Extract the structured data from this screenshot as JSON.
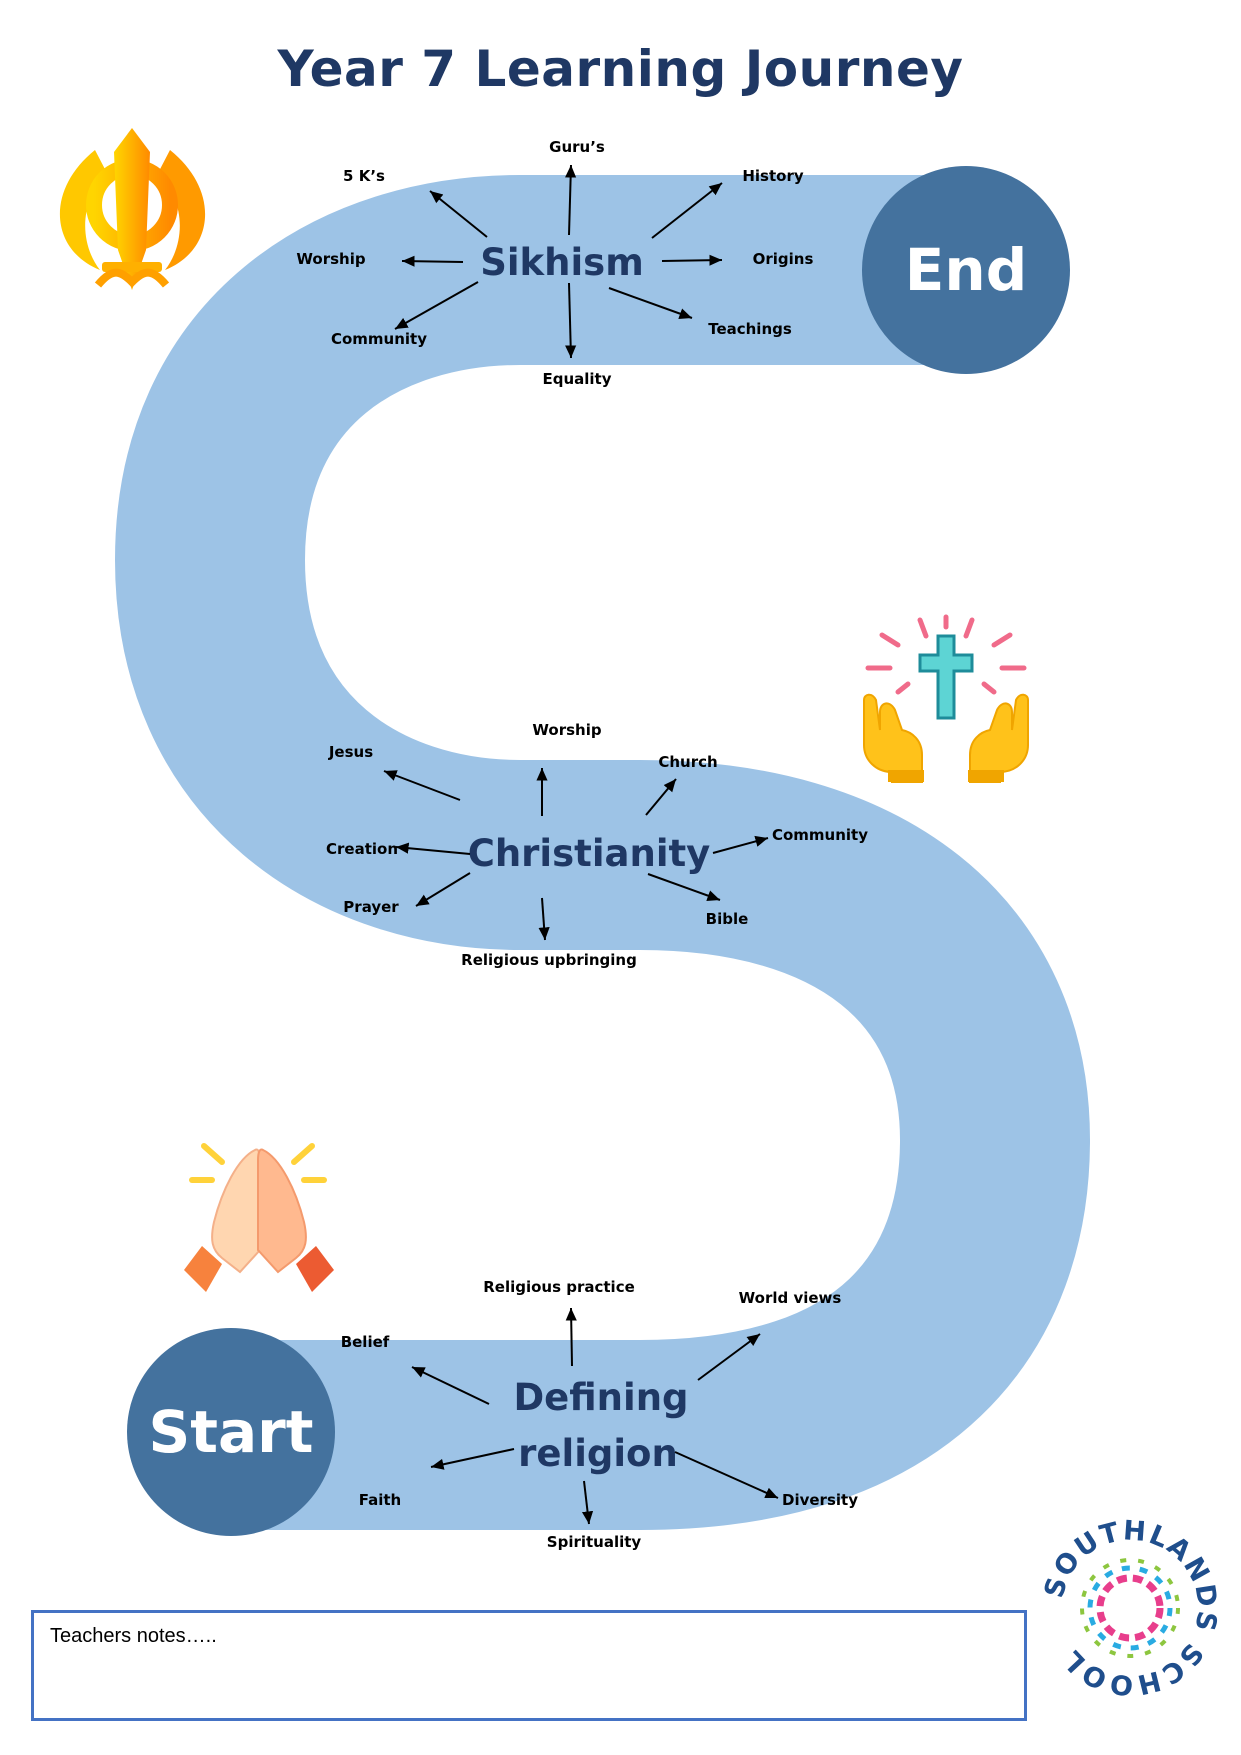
{
  "title": "Year 7 Learning Journey",
  "start_label": "Start",
  "end_label": "End",
  "topics": [
    {
      "name": "Defining religion",
      "name_lines": [
        "Defining",
        "religion"
      ],
      "subtopics": [
        "Religious practice",
        "World views",
        "Belief",
        "Faith",
        "Spirituality",
        "Diversity"
      ]
    },
    {
      "name": "Christianity",
      "subtopics": [
        "Worship",
        "Jesus",
        "Church",
        "Community",
        "Creation",
        "Prayer",
        "Bible",
        "Religious upbringing"
      ]
    },
    {
      "name": "Sikhism",
      "subtopics": [
        "Guru’s",
        "5 K’s",
        "History",
        "Worship",
        "Origins",
        "Community",
        "Teachings",
        "Equality"
      ]
    }
  ],
  "teacher_notes_label": "Teachers notes…..",
  "school_logo_text": "SOUTHLANDS SCHOOL",
  "icons": [
    "khanda-icon",
    "praying-hands-cross-icon",
    "praying-hands-icon",
    "school-logo"
  ],
  "colors": {
    "path": "#9dc3e6",
    "circle": "#44729e",
    "title": "#1f3864",
    "notes_border": "#4472c4"
  }
}
